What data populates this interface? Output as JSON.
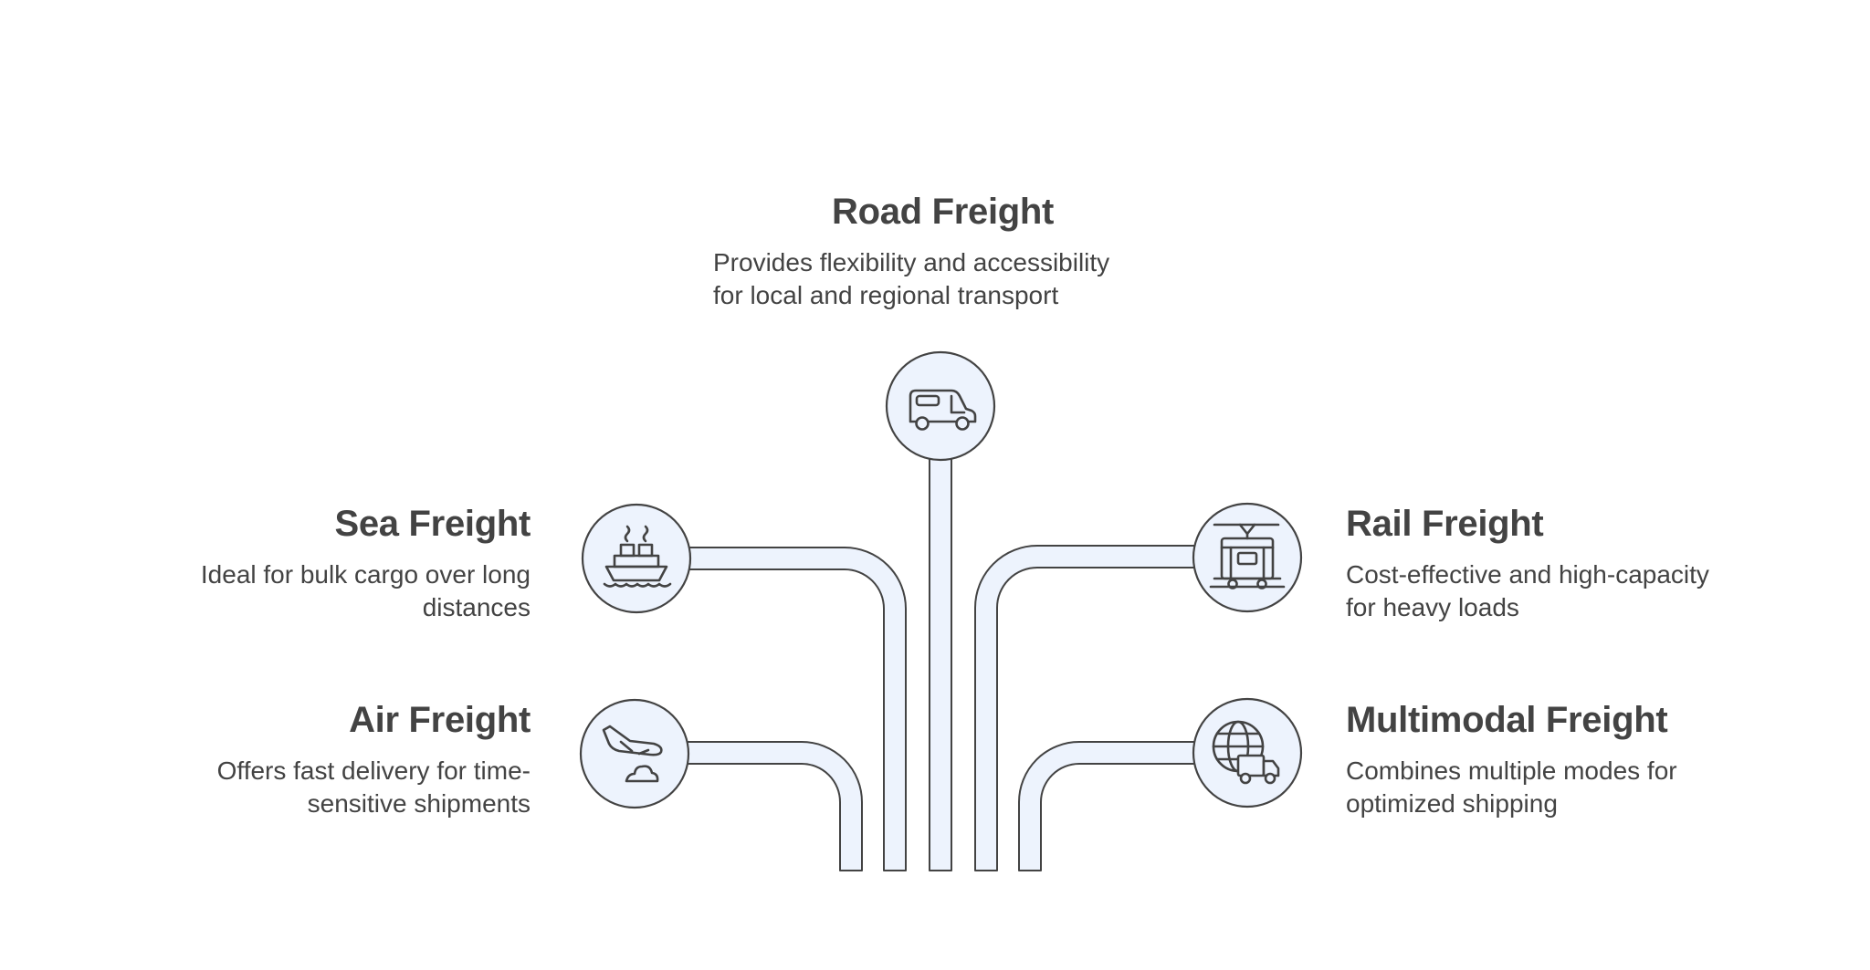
{
  "colors": {
    "fill": "#edf3fd",
    "stroke": "#434343",
    "text": "#434343",
    "background": "#ffffff"
  },
  "items": {
    "road": {
      "title": "Road Freight",
      "description": "Provides flexibility and accessibility\nfor local and regional transport",
      "icon": "van-icon"
    },
    "sea": {
      "title": "Sea Freight",
      "description": "Ideal for bulk cargo over long\ndistances",
      "icon": "ship-icon"
    },
    "air": {
      "title": "Air Freight",
      "description": "Offers fast delivery for time-\nsensitive shipments",
      "icon": "airplane-icon"
    },
    "rail": {
      "title": "Rail Freight",
      "description": "Cost-effective and high-capacity\nfor heavy loads",
      "icon": "tram-icon"
    },
    "multimodal": {
      "title": "Multimodal Freight",
      "description": "Combines multiple modes for\noptimized shipping",
      "icon": "globe-truck-icon"
    }
  }
}
